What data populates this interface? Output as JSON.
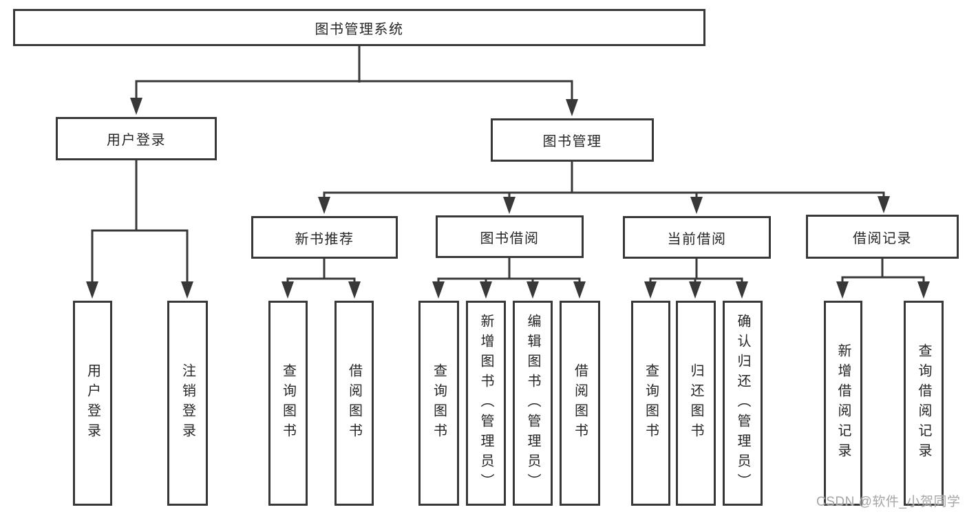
{
  "diagram": {
    "root": "图书管理系统",
    "level2": [
      {
        "label": "用户登录"
      },
      {
        "label": "图书管理"
      }
    ],
    "level3": [
      {
        "label": "新书推荐"
      },
      {
        "label": "图书借阅"
      },
      {
        "label": "当前借阅"
      },
      {
        "label": "借阅记录"
      }
    ],
    "leaves": {
      "user_login": [
        "用户登录",
        "注销登录"
      ],
      "new_book_rec": [
        "查询图书",
        "借阅图书"
      ],
      "book_borrow": [
        "查询图书",
        "新增图书（管理员）",
        "编辑图书（管理员）",
        "借阅图书"
      ],
      "current_borrow": [
        "查询图书",
        "归还图书",
        "确认归还（管理员）"
      ],
      "borrow_records": [
        "新增借阅记录",
        "查询借阅记录"
      ]
    }
  },
  "watermark": "CSDN @软件_小贺同学",
  "colors": {
    "line": "#383838",
    "text": "#262626",
    "watermark": "#a6a6a6",
    "background": "#ffffff"
  }
}
